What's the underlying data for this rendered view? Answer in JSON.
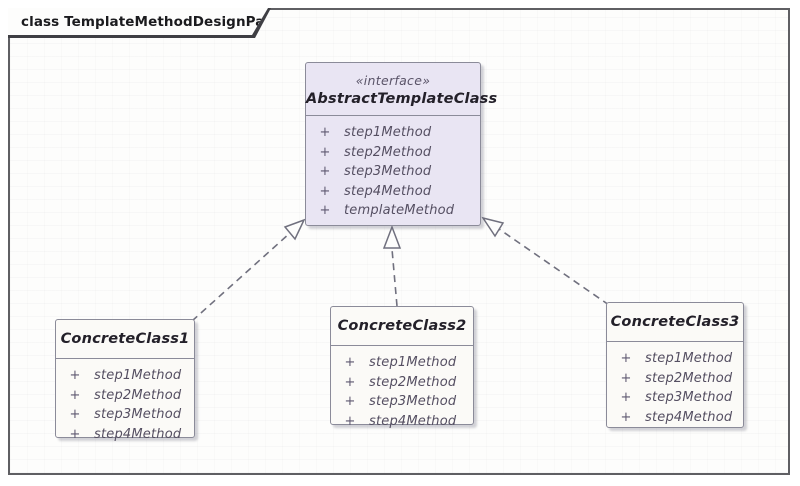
{
  "frame": {
    "title": "class TemplateMethodDesignPattern"
  },
  "interface": {
    "stereotype": "«interface»",
    "name": "AbstractTemplateClass",
    "methods": [
      {
        "visibility": "+",
        "name": "step1Method"
      },
      {
        "visibility": "+",
        "name": "step2Method"
      },
      {
        "visibility": "+",
        "name": "step3Method"
      },
      {
        "visibility": "+",
        "name": "step4Method"
      },
      {
        "visibility": "+",
        "name": "templateMethod"
      }
    ]
  },
  "classes": [
    {
      "name": "ConcreteClass1",
      "methods": [
        {
          "visibility": "+",
          "name": "step1Method"
        },
        {
          "visibility": "+",
          "name": "step2Method"
        },
        {
          "visibility": "+",
          "name": "step3Method"
        },
        {
          "visibility": "+",
          "name": "step4Method"
        }
      ]
    },
    {
      "name": "ConcreteClass2",
      "methods": [
        {
          "visibility": "+",
          "name": "step1Method"
        },
        {
          "visibility": "+",
          "name": "step2Method"
        },
        {
          "visibility": "+",
          "name": "step3Method"
        },
        {
          "visibility": "+",
          "name": "step4Method"
        }
      ]
    },
    {
      "name": "ConcreteClass3",
      "methods": [
        {
          "visibility": "+",
          "name": "step1Method"
        },
        {
          "visibility": "+",
          "name": "step2Method"
        },
        {
          "visibility": "+",
          "name": "step3Method"
        },
        {
          "visibility": "+",
          "name": "step4Method"
        }
      ]
    }
  ],
  "relationships": [
    {
      "from": "ConcreteClass1",
      "to": "AbstractTemplateClass",
      "type": "realization"
    },
    {
      "from": "ConcreteClass2",
      "to": "AbstractTemplateClass",
      "type": "realization"
    },
    {
      "from": "ConcreteClass3",
      "to": "AbstractTemplateClass",
      "type": "realization"
    }
  ],
  "colors": {
    "interface_fill": "#e9e5f3",
    "class_fill": "#fbfaf7",
    "box_border": "#8b8b99",
    "connector": "#70707e",
    "method_text": "#554f62",
    "name_text": "#232029",
    "frame_border": "#5f5f63"
  }
}
